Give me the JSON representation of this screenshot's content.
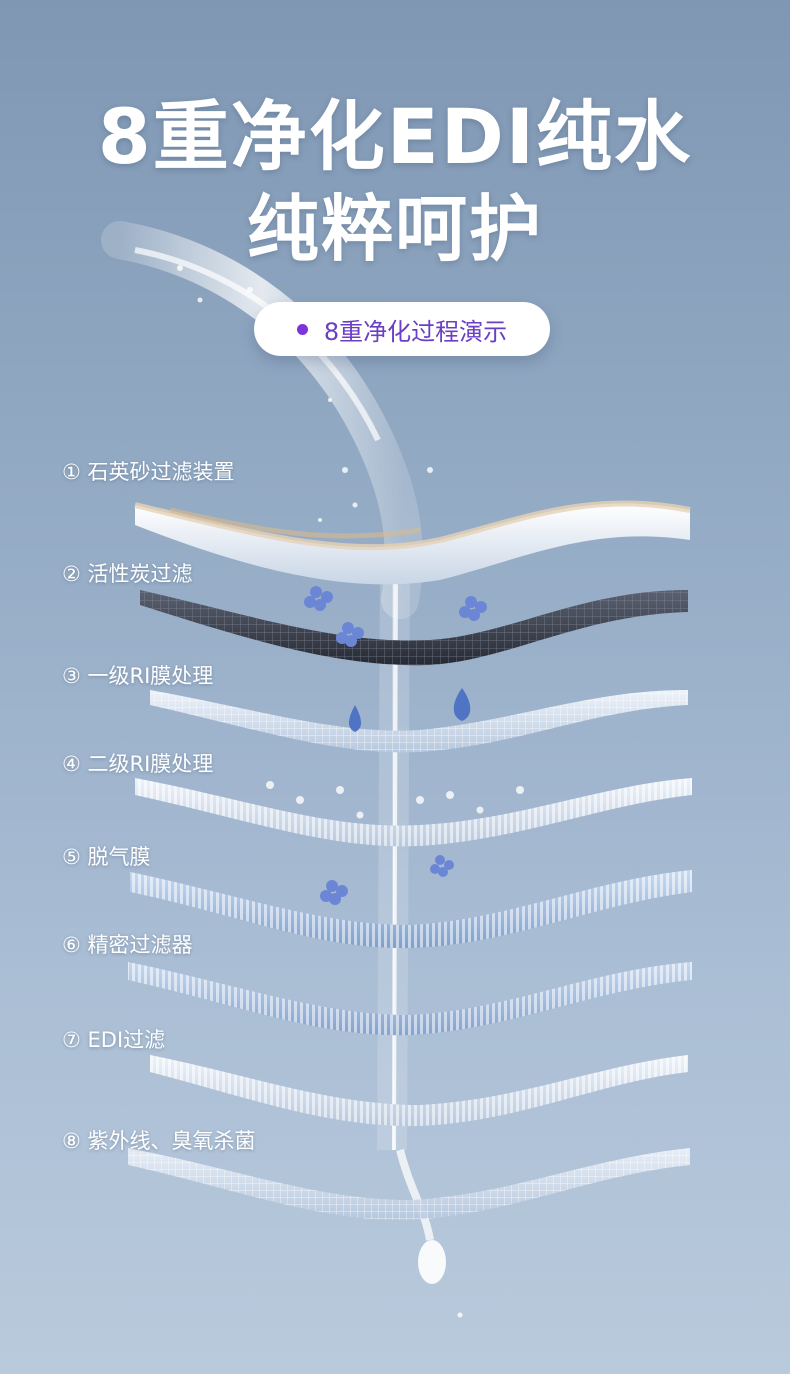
{
  "headline": {
    "line1": "8重净化EDI纯水",
    "line2": "纯粹呵护"
  },
  "badge": {
    "text": "8重净化过程演示",
    "dot_color": "#7b35d8"
  },
  "stages": [
    {
      "label": "① 石英砂过滤装置"
    },
    {
      "label": "② 活性炭过滤"
    },
    {
      "label": "③ 一级RI膜处理"
    },
    {
      "label": "④ 二级RI膜处理"
    },
    {
      "label": "⑤ 脱气膜"
    },
    {
      "label": "⑥ 精密过滤器"
    },
    {
      "label": "⑦ EDI过滤"
    },
    {
      "label": "⑧ 紫外线、臭氧杀菌"
    }
  ]
}
